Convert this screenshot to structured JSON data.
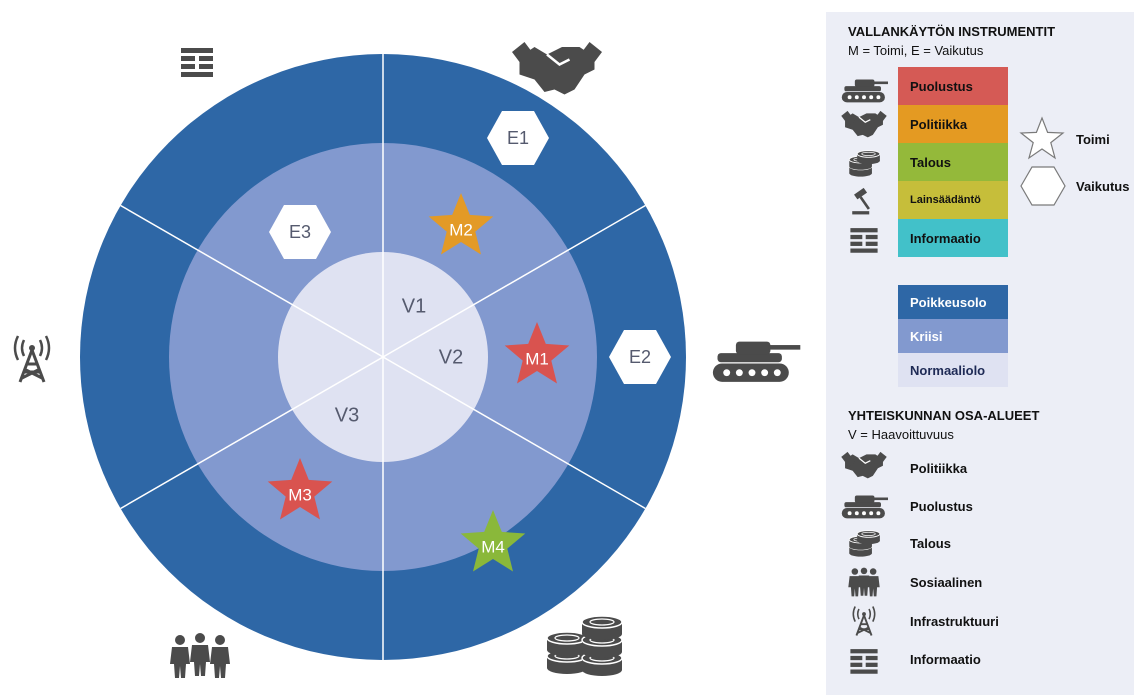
{
  "diagram": {
    "rings": [
      {
        "name": "Poikkeusolo",
        "color": "#2e67a6"
      },
      {
        "name": "Kriisi",
        "color": "#8299cf"
      },
      {
        "name": "Normaaliolo",
        "color": "#dfe2f2"
      }
    ],
    "vulnerabilities": [
      "V1",
      "V2",
      "V3"
    ],
    "actions": [
      {
        "label": "M1",
        "color": "#d9534f"
      },
      {
        "label": "M2",
        "color": "#e39a26"
      },
      {
        "label": "M3",
        "color": "#d9534f"
      },
      {
        "label": "M4",
        "color": "#8ab83a"
      }
    ],
    "effects": [
      "E1",
      "E2",
      "E3"
    ],
    "sector_icons": [
      "informaatio-icon",
      "handshake-icon",
      "tank-icon",
      "coins-icon",
      "people-icon",
      "antenna-tower-icon"
    ]
  },
  "legend": {
    "instruments_title": "VALLANKÄYTÖN INSTRUMENTIT",
    "instruments_subtitle": "M = Toimi, E = Vaikutus",
    "instruments": [
      {
        "label": "Puolustus",
        "color": "#d55a55",
        "icon": "tank-icon"
      },
      {
        "label": "Politiikka",
        "color": "#e49a22",
        "icon": "handshake-icon"
      },
      {
        "label": "Talous",
        "color": "#94b93a",
        "icon": "coins-icon"
      },
      {
        "label": "Lainsäädäntö",
        "color": "#c6be3a",
        "icon": "gavel-icon"
      },
      {
        "label": "Informaatio",
        "color": "#42c1c9",
        "icon": "informaatio-icon"
      }
    ],
    "shapes": [
      {
        "label": "Toimi",
        "icon": "star-outline-icon"
      },
      {
        "label": "Vaikutus",
        "icon": "hexagon-outline-icon"
      }
    ],
    "severity": [
      {
        "label": "Poikkeusolo",
        "color": "#2e67a6",
        "text_color": "#ffffff"
      },
      {
        "label": "Kriisi",
        "color": "#8299cf",
        "text_color": "#ffffff"
      },
      {
        "label": "Normaaliolo",
        "color": "#dfe2f2",
        "text_color": "#1e2a55"
      }
    ],
    "sectors_title": "YHTEISKUNNAN OSA-ALUEET",
    "sectors_subtitle": "V = Haavoittuvuus",
    "sectors": [
      {
        "label": "Politiikka",
        "icon": "handshake-icon"
      },
      {
        "label": "Puolustus",
        "icon": "tank-icon"
      },
      {
        "label": "Talous",
        "icon": "coins-icon"
      },
      {
        "label": "Sosiaalinen",
        "icon": "people-icon"
      },
      {
        "label": "Infrastruktuuri",
        "icon": "antenna-tower-icon"
      },
      {
        "label": "Informaatio",
        "icon": "informaatio-icon"
      }
    ]
  }
}
